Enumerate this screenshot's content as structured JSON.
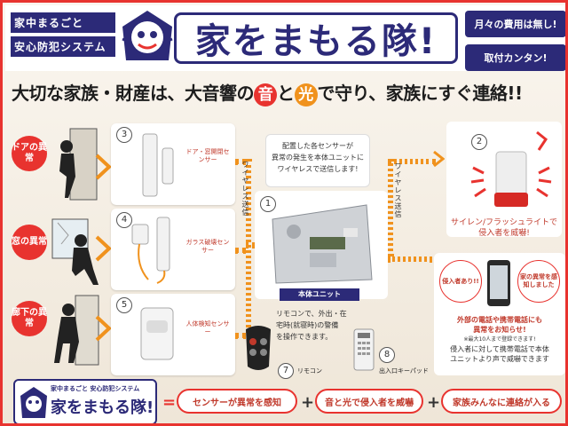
{
  "header": {
    "left_lines": [
      "家中まるごと",
      "安心防犯システム"
    ],
    "title": "家をまもる隊!",
    "right_pills": [
      "月々の費用は無し!",
      "取付カンタン!"
    ]
  },
  "tagline": {
    "part1": "大切な家族・財産は、大音響の",
    "sound": "音",
    "and": "と",
    "light": "光",
    "part2": "で守り、家族にすぐ連絡!!"
  },
  "alarms": [
    {
      "label": "ドアの異常"
    },
    {
      "label": "窓の異常"
    },
    {
      "label": "廊下の異常"
    }
  ],
  "sensors": [
    {
      "num": "3",
      "label": "ドア・窓開閉センサー"
    },
    {
      "num": "4",
      "label": "ガラス破壊センサー"
    },
    {
      "num": "5",
      "label": "人体検知センサー"
    }
  ],
  "wireless": [
    "ワイヤレス送信",
    "ワイヤレス送信"
  ],
  "center": {
    "info": [
      "配置した各センサーが",
      "異常の発生を本体ユニットに",
      "ワイヤレスで送信します!"
    ],
    "unit_num": "1",
    "unit_label": "本体ユニット",
    "remote_text": [
      "リモコンで、外出・在",
      "宅時(就寝時)の警備",
      "を操作できます。"
    ],
    "remote_num": "7",
    "remote_label": "リモコン",
    "keypad_num": "8",
    "keypad_label": "出入口キーパッド"
  },
  "siren": {
    "num": "2",
    "text": [
      "サイレン/フラッシュライトで",
      "侵入者を威嚇!"
    ]
  },
  "phone": {
    "bubble_left": "侵入者あり!!",
    "bubble_right": "家の異常を感知しました",
    "text_main": [
      "外部の電話や携帯電話にも",
      "異常をお知らせ!"
    ],
    "text_note": "※最大10人まで登録できます!",
    "text_sub": [
      "侵入者に対して携帯電話で本体",
      "ユニットより声で威嚇できます"
    ]
  },
  "footer": {
    "logo_sub": "家中まるごと 安心防犯システム",
    "logo_title": "家をまもる隊!",
    "eq": "=",
    "plus1": "+",
    "plus2": "+",
    "steps": [
      "センサーが異常を感知",
      "音と光で侵入者を威嚇",
      "家族みんなに連絡が入る"
    ]
  },
  "colors": {
    "accent_red": "#e8332f",
    "navy": "#2c2a78",
    "orange": "#f0921d"
  }
}
